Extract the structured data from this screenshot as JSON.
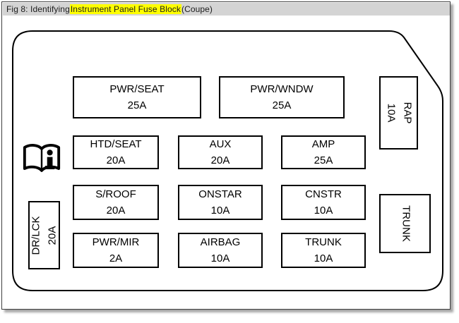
{
  "caption": {
    "prefix": "Fig 8: Identifying ",
    "highlight": "Instrument Panel Fuse Block",
    "suffix": " (Coupe)"
  },
  "colors": {
    "caption_bar": "#d4d4d4",
    "highlight": "#ffff00",
    "line": "#000000",
    "background": "#ffffff"
  },
  "icons": {
    "book": "owners-manual-book-info-icon"
  },
  "fuses": {
    "pwr_seat": {
      "name": "PWR/SEAT",
      "rating": "25A"
    },
    "pwr_wndw": {
      "name": "PWR/WNDW",
      "rating": "25A"
    },
    "rap": {
      "name": "RAP",
      "rating": "10A"
    },
    "htd_seat": {
      "name": "HTD/SEAT",
      "rating": "20A"
    },
    "aux": {
      "name": "AUX",
      "rating": "20A"
    },
    "amp": {
      "name": "AMP",
      "rating": "25A"
    },
    "s_roof": {
      "name": "S/ROOF",
      "rating": "20A"
    },
    "onstar": {
      "name": "ONSTAR",
      "rating": "10A"
    },
    "cnstr": {
      "name": "CNSTR",
      "rating": "10A"
    },
    "pwr_mir": {
      "name": "PWR/MIR",
      "rating": "2A"
    },
    "airbag": {
      "name": "AIRBAG",
      "rating": "10A"
    },
    "trunk_bottom": {
      "name": "TRUNK",
      "rating": "10A"
    },
    "dr_lck": {
      "name": "DR/LCK",
      "rating": "20A"
    },
    "trunk_side": {
      "name": "TRUNK"
    }
  }
}
